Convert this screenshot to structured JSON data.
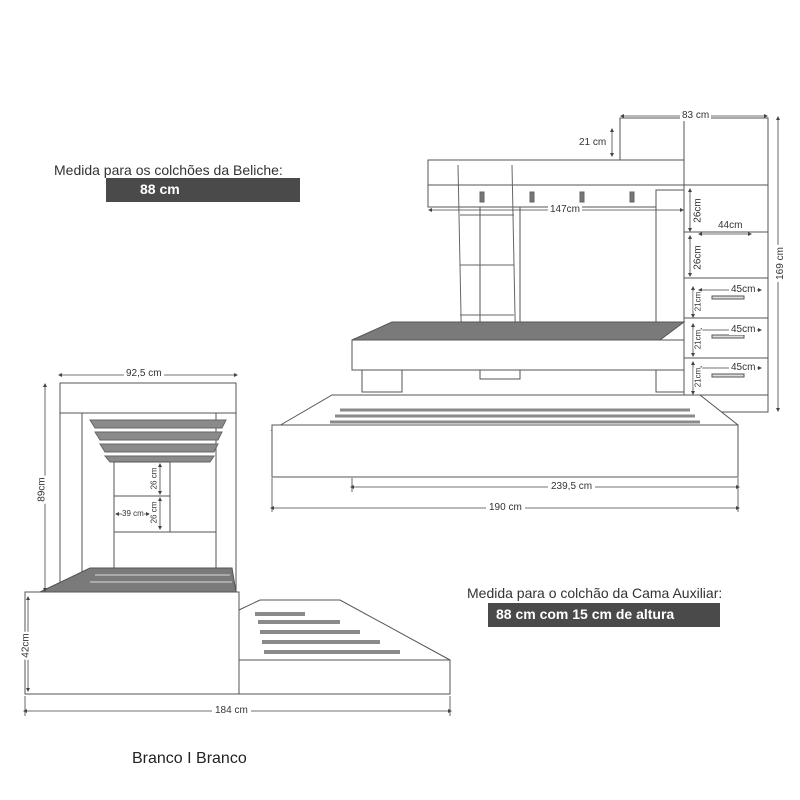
{
  "notes": {
    "bunk_label": "Medida para os colchões da Beliche:",
    "bunk_value": "88 cm",
    "aux_label": "Medida para o colchão da Cama Auxiliar:",
    "aux_value": "88 cm com 15 cm de altura"
  },
  "caption": "Branco I Branco",
  "dimensions": {
    "right_view": {
      "shelf_width": "83 cm",
      "shelf_raise": "21 cm",
      "bunk_inner_width": "147cm",
      "niche_height": "26cm",
      "niche_width": "44cm",
      "niche_height_2": "26cm",
      "drawer_width_1": "45cm",
      "drawer_width_2": "45cm",
      "drawer_width_3": "45cm",
      "drawer_height_1": "21cm",
      "drawer_height_2": "21cm",
      "drawer_height_3": "21cm",
      "total_height": "169 cm",
      "aux_length": "239,5 cm",
      "bunk_length": "190 cm"
    },
    "left_view": {
      "depth": "92,5 cm",
      "upper_height": "89cm",
      "lower_height": "42cm",
      "niche_height_1": "26 cm",
      "niche_height_2": "26 cm",
      "niche_width": "39 cm",
      "total_depth": "184 cm"
    }
  },
  "colors": {
    "banner_bg": "#4a4a4a",
    "line": "#555555",
    "slat": "#8a8a8a",
    "panel_fill": "#ffffff",
    "mattress_base": "#7a7a7a"
  }
}
